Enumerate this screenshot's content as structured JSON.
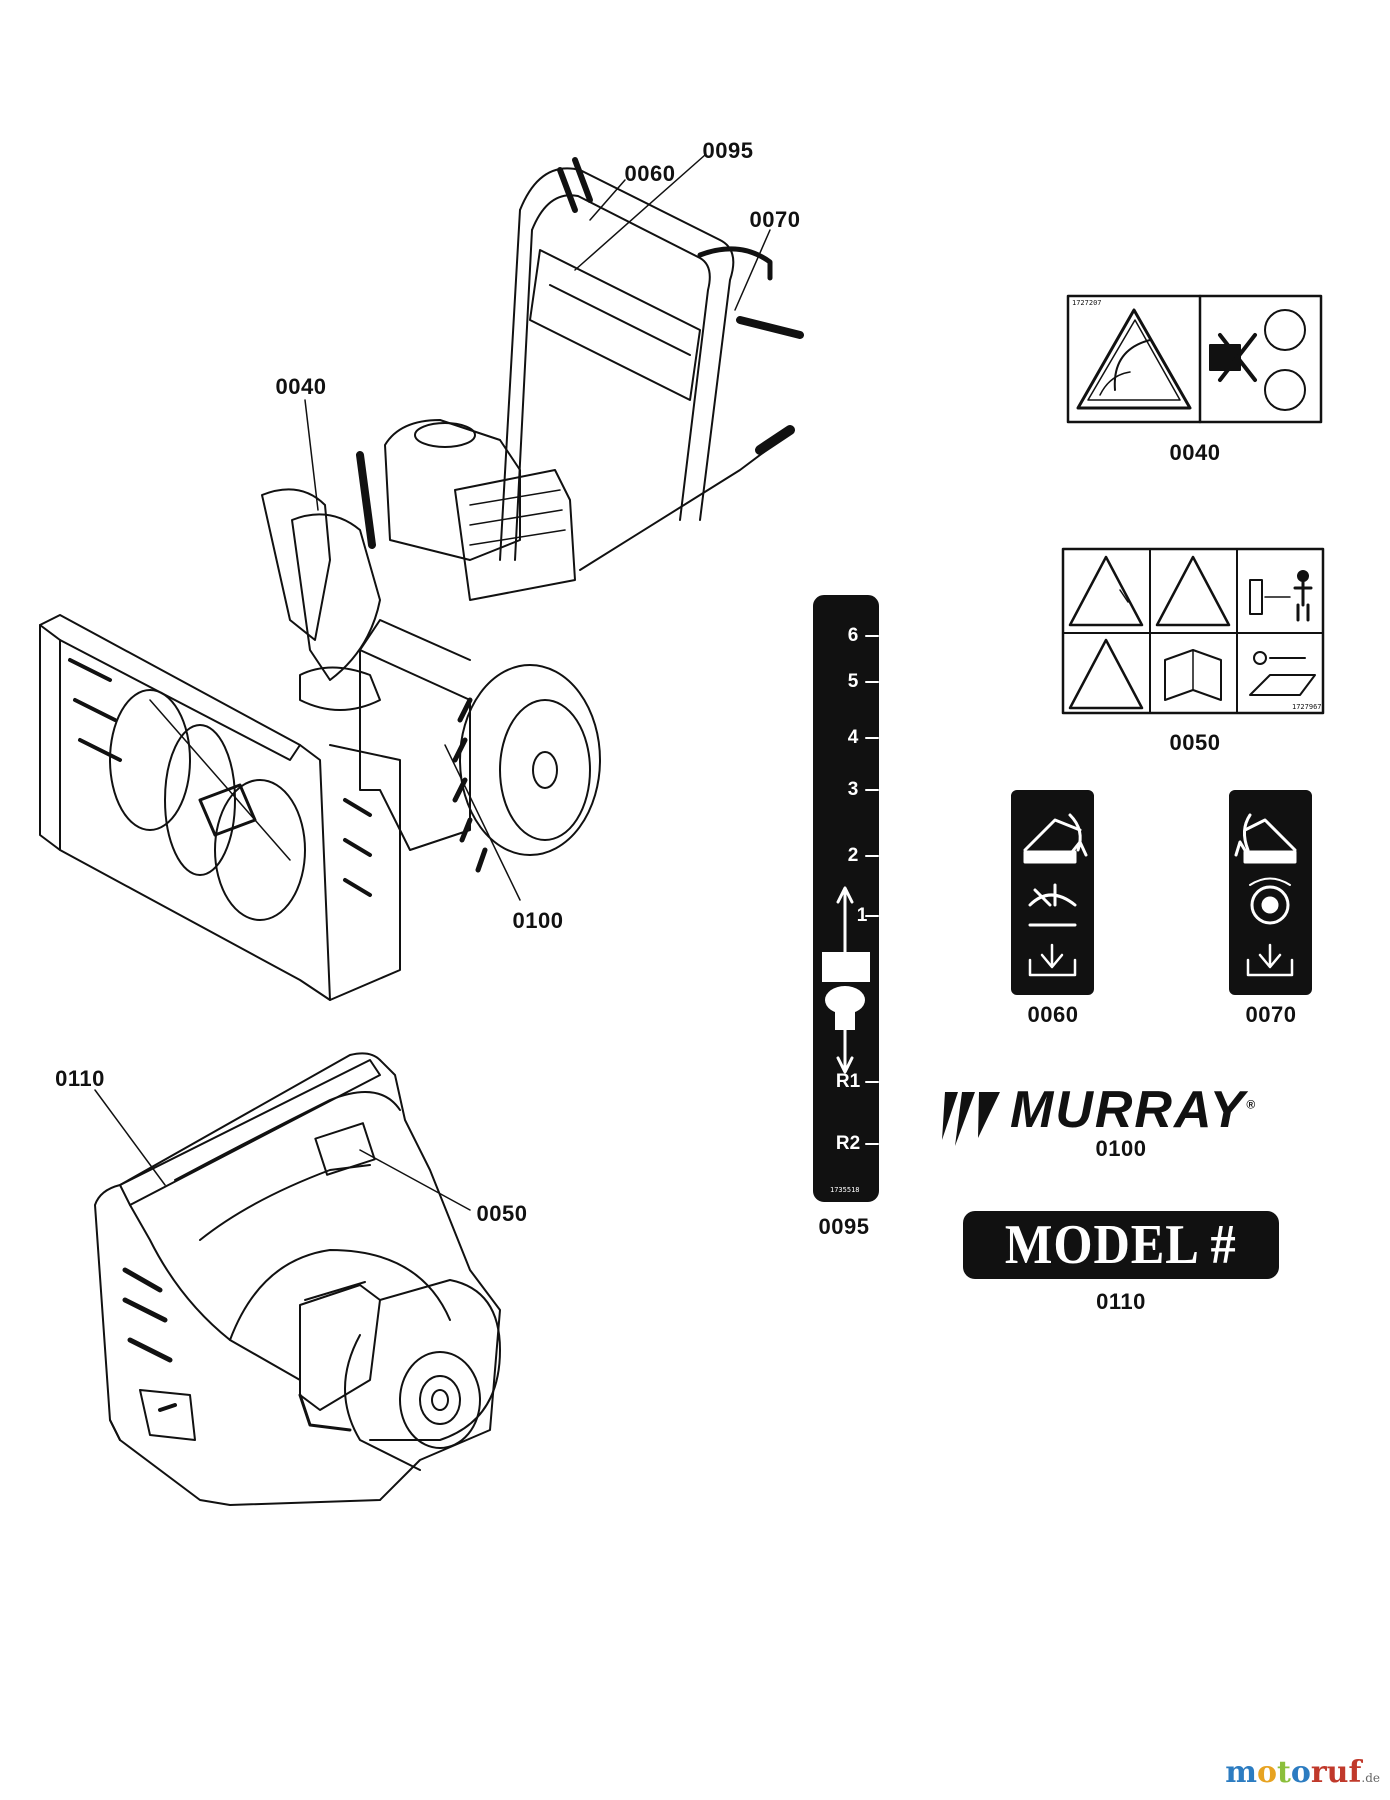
{
  "callouts": {
    "c0095_top": "0095",
    "c0060_top": "0060",
    "c0070_top": "0070",
    "c0040_left": "0040",
    "c0100_left": "0100",
    "c0110_left": "0110",
    "c0050_left": "0050",
    "c0040_decal": "0040",
    "c0050_decal": "0050",
    "c0060_decal": "0060",
    "c0070_decal": "0070",
    "c0100_decal": "0100",
    "c0110_decal": "0110",
    "c0095_decal": "0095"
  },
  "decal_0095": {
    "gears": [
      "6",
      "5",
      "4",
      "3",
      "2",
      "1",
      "R1",
      "R2"
    ],
    "part_no": "1735518"
  },
  "decal_0040": {
    "part_no": "1727207"
  },
  "decal_0050": {
    "part_no": "1727967"
  },
  "brand_logo": {
    "text": "MURRAY",
    "mark": "®"
  },
  "model_plate": {
    "text": "MODEL #"
  },
  "watermark": {
    "a": "m",
    "b": "o",
    "c": "t",
    "d": "o",
    "e": "ruf",
    "suffix": ".de"
  },
  "colors": {
    "ink": "#111111",
    "paper": "#ffffff"
  }
}
